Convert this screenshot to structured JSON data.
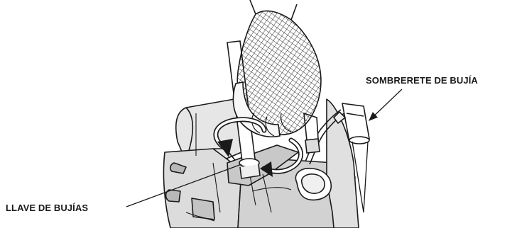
{
  "callouts": {
    "spark_plug_cap": "SOMBRERETE DE BUJÍA",
    "spark_plug_wrench": "LLAVE DE BUJÍAS"
  },
  "colors": {
    "line": "#1a1a1a",
    "background": "#ffffff",
    "engine_fill": "#e6e6e6",
    "engine_dark": "#b8b8b8",
    "glove_fill": "#f7f7f7"
  },
  "icons": {
    "rotation": "curved-arrow-counterclockwise"
  }
}
